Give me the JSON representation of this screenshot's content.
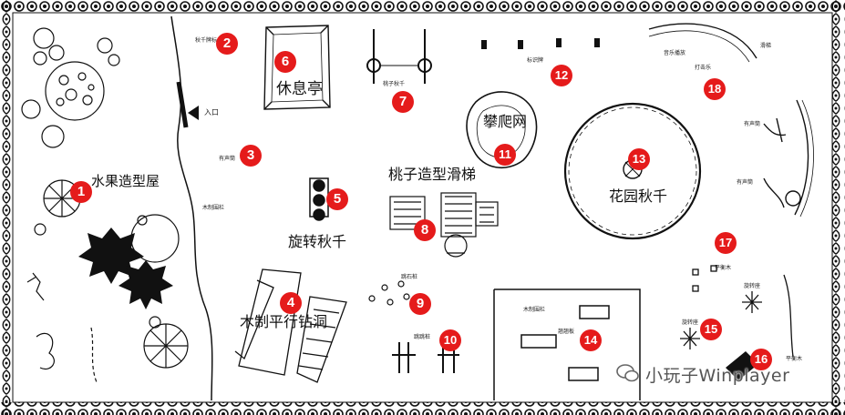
{
  "labels": {
    "fruit_house": "水果造型屋",
    "rest_pavilion": "休息亭",
    "rotating_swing": "旋转秋千",
    "wood_parallel_bars": "木制平行钻洞",
    "peach_slide": "桃子造型滑梯",
    "climbing": "攀爬网",
    "garden_swing": "花园秋千"
  },
  "small_labels": {
    "entrance": "入口",
    "l2": "秋千牌标",
    "l3": "有声筒",
    "l_wood_fence": "木制围栏",
    "l7": "桃子秋千",
    "l12": "标识牌",
    "l18a": "音乐播放",
    "l18b": "打击乐",
    "l18c": "滑梯",
    "l_right1": "有声筒",
    "l_right2": "有声筒",
    "l9": "跳石桩",
    "l10": "跳跳桩",
    "l_fence2": "木制围栏",
    "l14": "翘翘板",
    "l17": "平衡木",
    "l15a": "旋转座",
    "l15b": "旋转座",
    "l16": "平衡木"
  },
  "markers": [
    "1",
    "2",
    "3",
    "4",
    "5",
    "6",
    "7",
    "8",
    "9",
    "10",
    "11",
    "12",
    "13",
    "14",
    "15",
    "16",
    "17",
    "18"
  ],
  "watermark": "小玩子Winplayer",
  "colors": {
    "marker": "#e51b1b",
    "line": "#111111",
    "background": "#ffffff"
  }
}
